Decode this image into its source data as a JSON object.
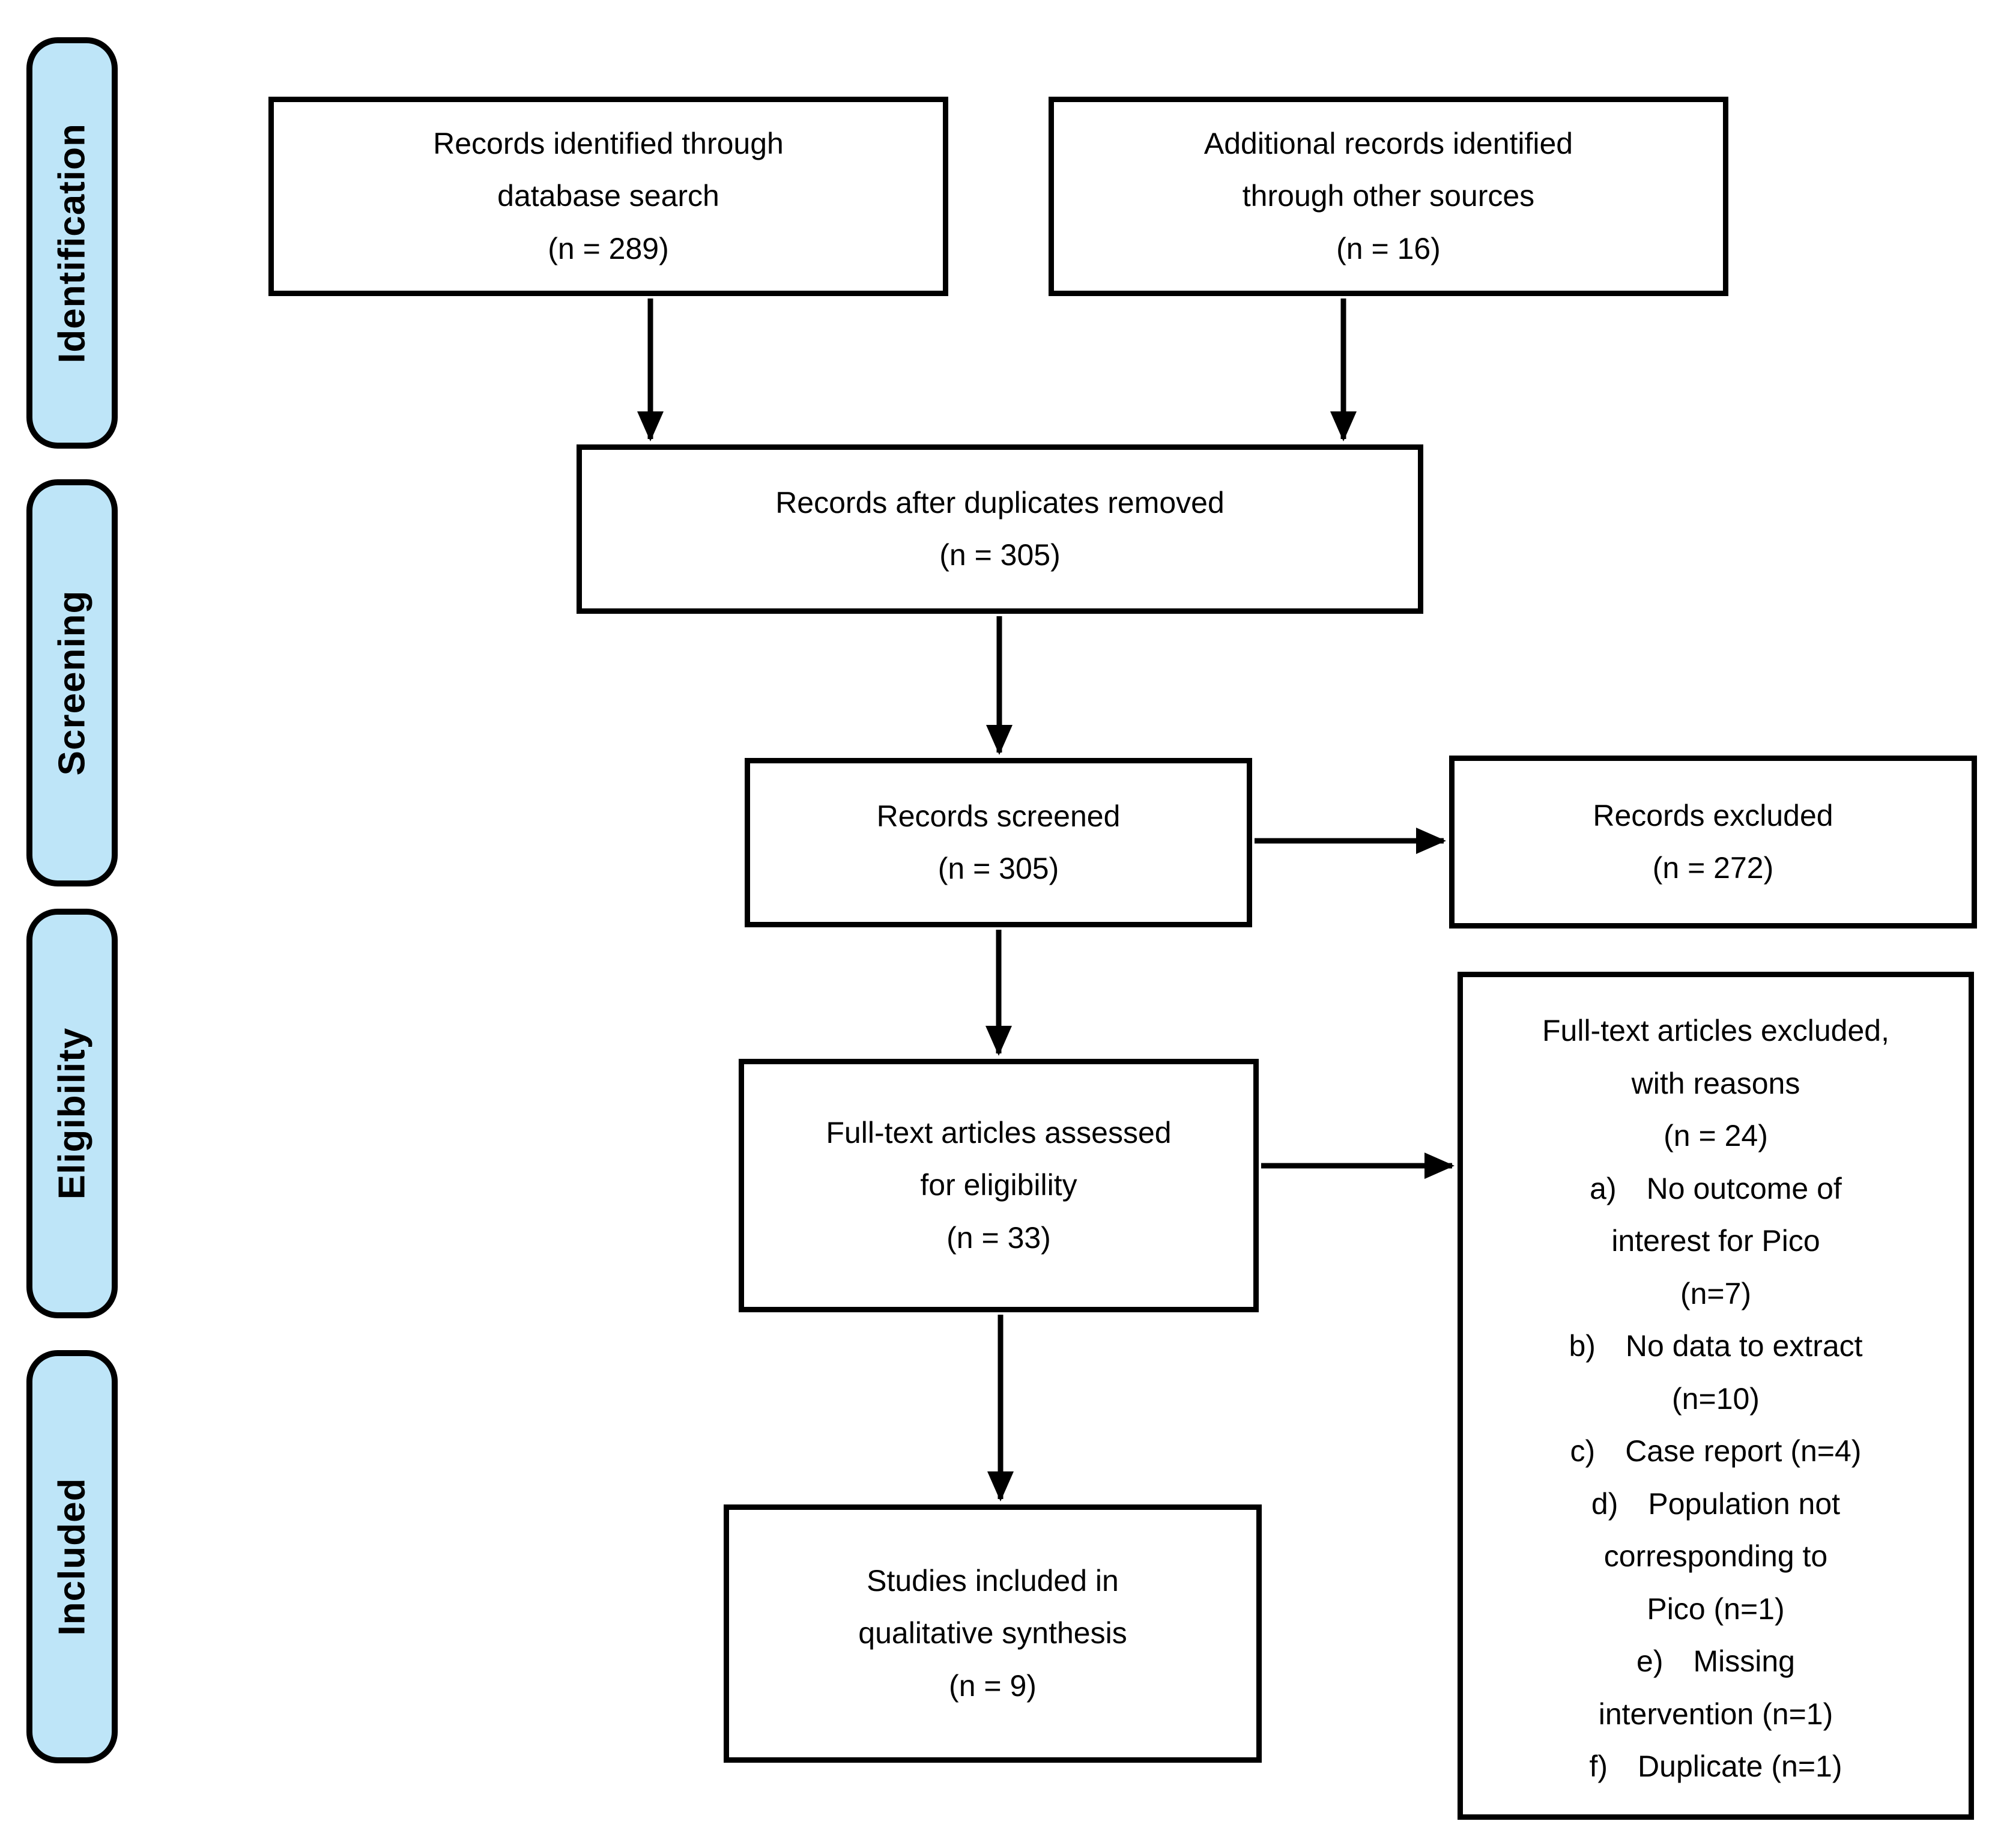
{
  "palette": {
    "stage_fill": "#BEE5F8",
    "box_fill": "#FFFFFF",
    "line": "#000000"
  },
  "stages": [
    {
      "label": "Identification"
    },
    {
      "label": "Screening"
    },
    {
      "label": "Eligibility"
    },
    {
      "label": "Included"
    }
  ],
  "boxes": {
    "identified_db": {
      "text": "Records identified through\ndatabase search\n(n = 289)"
    },
    "identified_other": {
      "text": "Additional records identified\nthrough other sources\n(n = 16)"
    },
    "after_duplicates": {
      "text": "Records after duplicates removed\n(n = 305)"
    },
    "screened": {
      "text": "Records screened\n(n = 305)"
    },
    "records_excluded": {
      "text": "Records excluded\n(n = 272)"
    },
    "fulltext_assessed": {
      "text": "Full-text articles assessed\nfor eligibility\n(n = 33)"
    },
    "fulltext_excluded": {
      "heading": "Full-text articles excluded,\nwith reasons\n(n = 24)",
      "reasons": [
        "a) No outcome of\ninterest for Pico\n(n=7)",
        "b) No data to extract\n(n=10)",
        "c) Case report (n=4)",
        "d) Population not\ncorresponding to\nPico (n=1)",
        "e) Missing\nintervention (n=1)",
        "f) Duplicate (n=1)"
      ]
    },
    "included_qualitative": {
      "text": "Studies included in\nqualitative synthesis\n(n = 9)"
    }
  }
}
